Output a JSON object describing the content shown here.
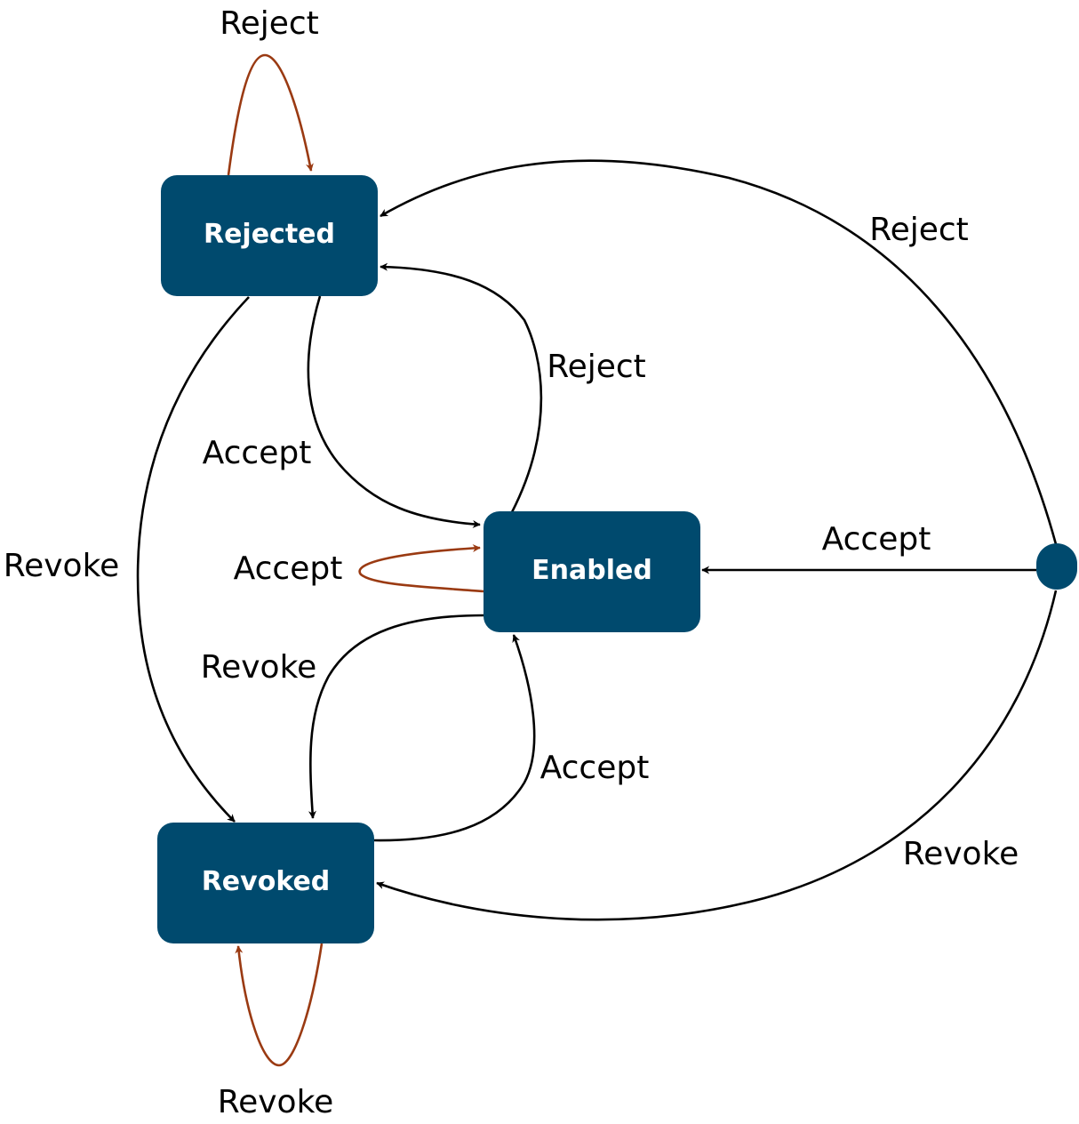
{
  "colors": {
    "state_fill": "#004a6e",
    "state_text": "#ffffff",
    "edge_default": "#000000",
    "edge_self_loop": "#9a3a12",
    "background": "#ffffff"
  },
  "states": {
    "rejected": "Rejected",
    "enabled": "Enabled",
    "revoked": "Revoked"
  },
  "initial_state": {
    "shape": "filled-circle",
    "target": "enabled"
  },
  "transitions": [
    {
      "id": "rejected-self",
      "from": "rejected",
      "to": "rejected",
      "label": "Reject",
      "self_loop": true
    },
    {
      "id": "initial-to-rejected",
      "from": "initial",
      "to": "rejected",
      "label": "Reject"
    },
    {
      "id": "enabled-to-rejected",
      "from": "enabled",
      "to": "rejected",
      "label": "Reject"
    },
    {
      "id": "rejected-to-enabled",
      "from": "rejected",
      "to": "enabled",
      "label": "Accept"
    },
    {
      "id": "rejected-to-revoked",
      "from": "rejected",
      "to": "revoked",
      "label": "Revoke"
    },
    {
      "id": "enabled-self",
      "from": "enabled",
      "to": "enabled",
      "label": "Accept",
      "self_loop": true
    },
    {
      "id": "initial-to-enabled",
      "from": "initial",
      "to": "enabled",
      "label": "Accept"
    },
    {
      "id": "enabled-to-revoked",
      "from": "enabled",
      "to": "revoked",
      "label": "Revoke"
    },
    {
      "id": "revoked-to-enabled",
      "from": "revoked",
      "to": "enabled",
      "label": "Accept"
    },
    {
      "id": "initial-to-revoked",
      "from": "initial",
      "to": "revoked",
      "label": "Revoke"
    },
    {
      "id": "revoked-self",
      "from": "revoked",
      "to": "revoked",
      "label": "Revoke",
      "self_loop": true
    }
  ]
}
